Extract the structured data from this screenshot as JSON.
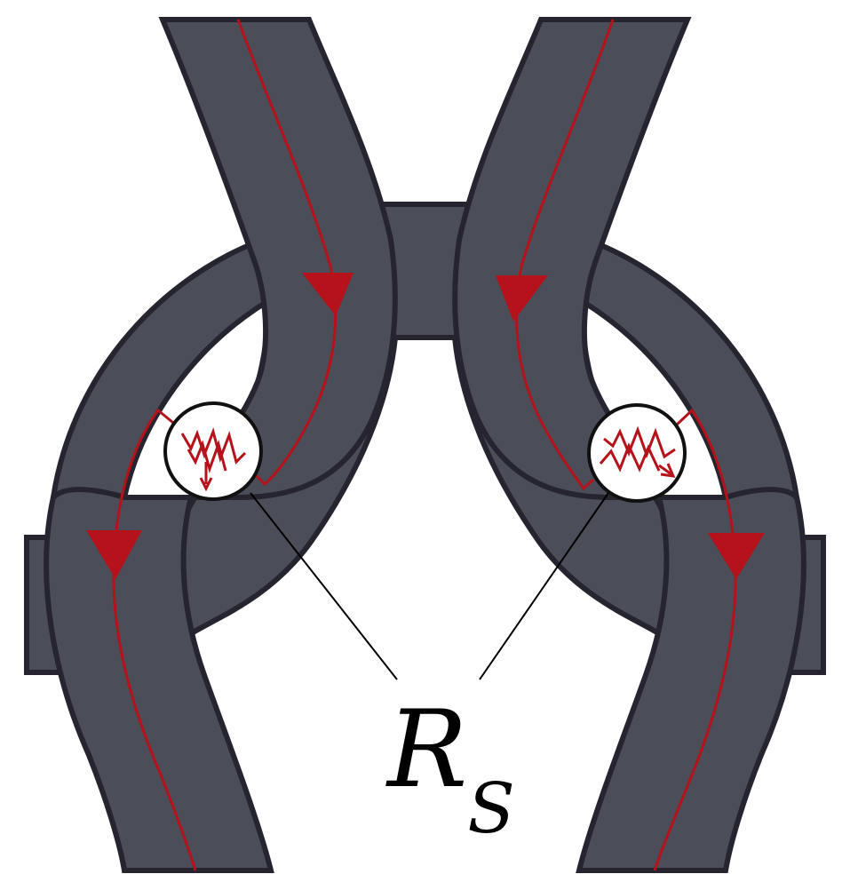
{
  "label": {
    "symbol": "R",
    "subscript": "S"
  },
  "colors": {
    "conductor_fill": "#4b4d58",
    "conductor_outline": "#26252f",
    "current_arrow": "#b5121b",
    "resistor_circle_fill": "#ffffff",
    "resistor_circle_stroke": "#111111",
    "leader_line": "#000000",
    "background": "#ffffff"
  },
  "elements": {
    "left_channel_arrow_direction": "down",
    "right_channel_arrow_direction": "down",
    "resistor_count": 2
  }
}
